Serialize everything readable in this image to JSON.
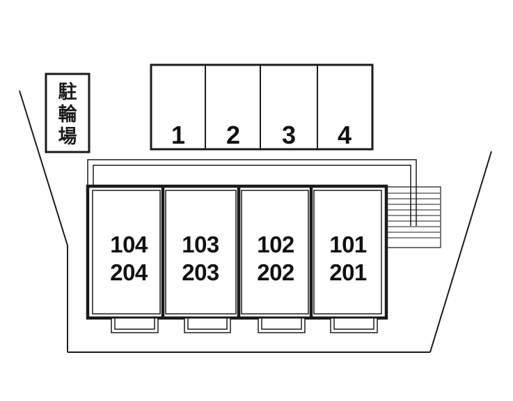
{
  "bicycle_parking": {
    "chars": [
      "駐",
      "輪",
      "場"
    ]
  },
  "parking_spaces": [
    "1",
    "2",
    "3",
    "4"
  ],
  "units": [
    {
      "floor1": "104",
      "floor2": "204"
    },
    {
      "floor1": "103",
      "floor2": "203"
    },
    {
      "floor1": "102",
      "floor2": "202"
    },
    {
      "floor1": "101",
      "floor2": "201"
    }
  ],
  "colors": {
    "line": "#1a1a1a",
    "background": "#ffffff"
  }
}
